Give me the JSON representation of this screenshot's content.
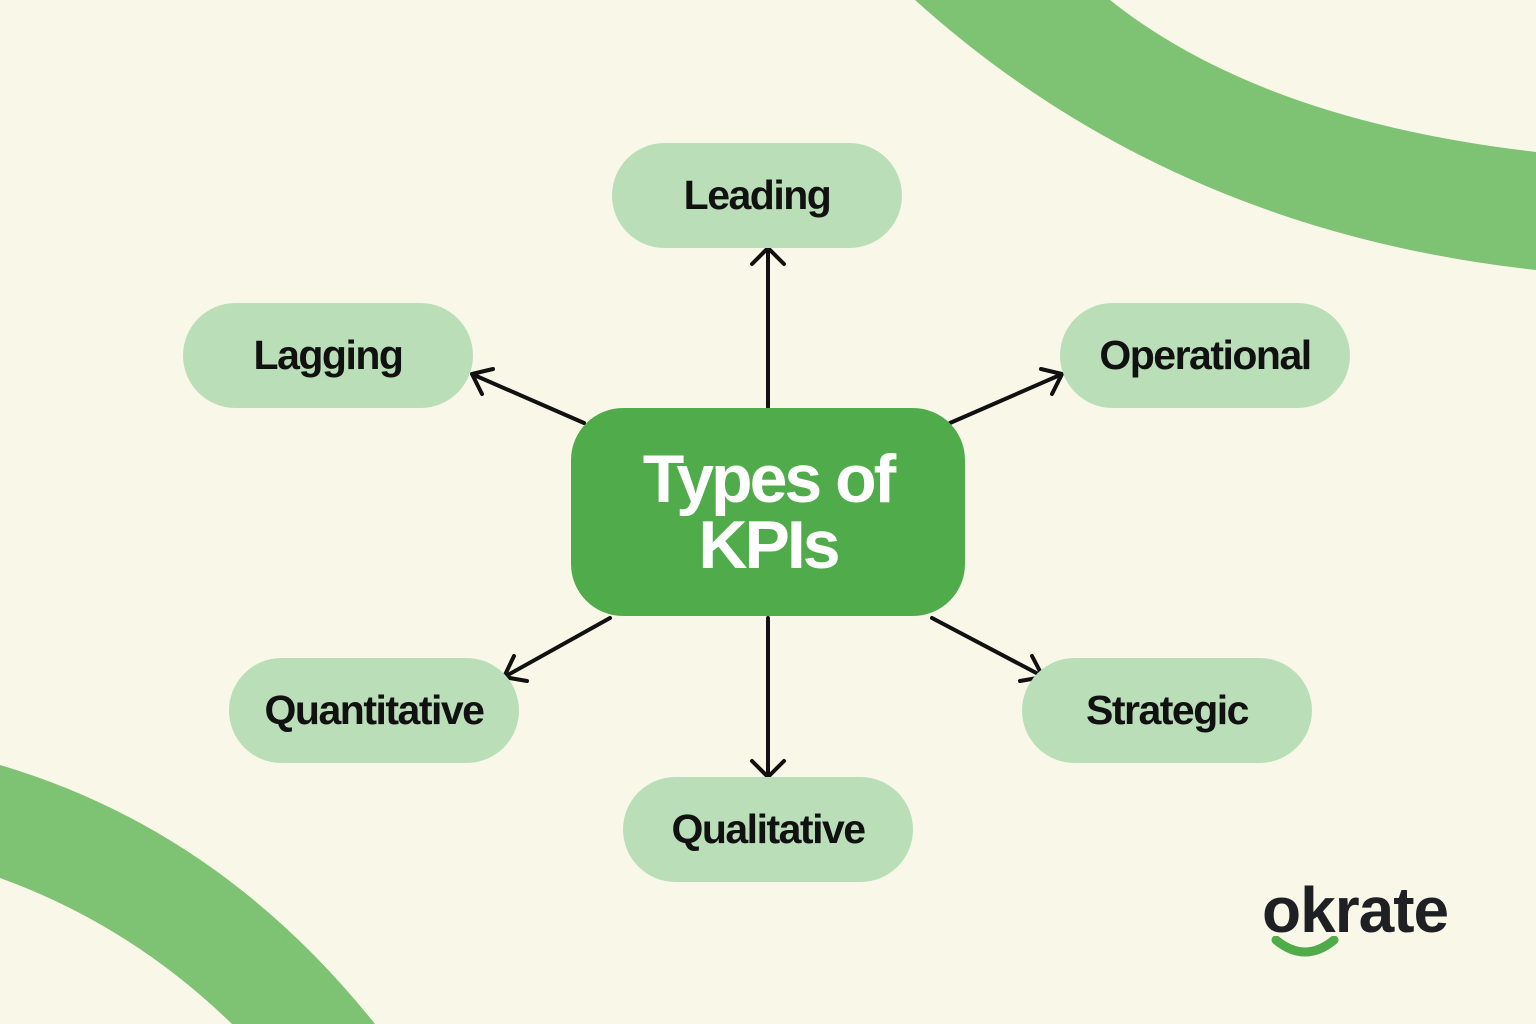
{
  "diagram": {
    "center_title_line1": "Types of",
    "center_title_line2": "KPIs",
    "nodes": {
      "leading": "Leading",
      "lagging": "Lagging",
      "operational": "Operational",
      "quantitative": "Quantitative",
      "strategic": "Strategic",
      "qualitative": "Qualitative"
    }
  },
  "logo": {
    "text": "okrate"
  },
  "colors": {
    "background": "#f9f7e8",
    "center_box": "#50ac4a",
    "node_fill": "#badfb8",
    "decorative_arc": "#7ec274",
    "arrow": "#111111",
    "logo_text": "#1f2024",
    "logo_smile": "#50ac4a"
  }
}
